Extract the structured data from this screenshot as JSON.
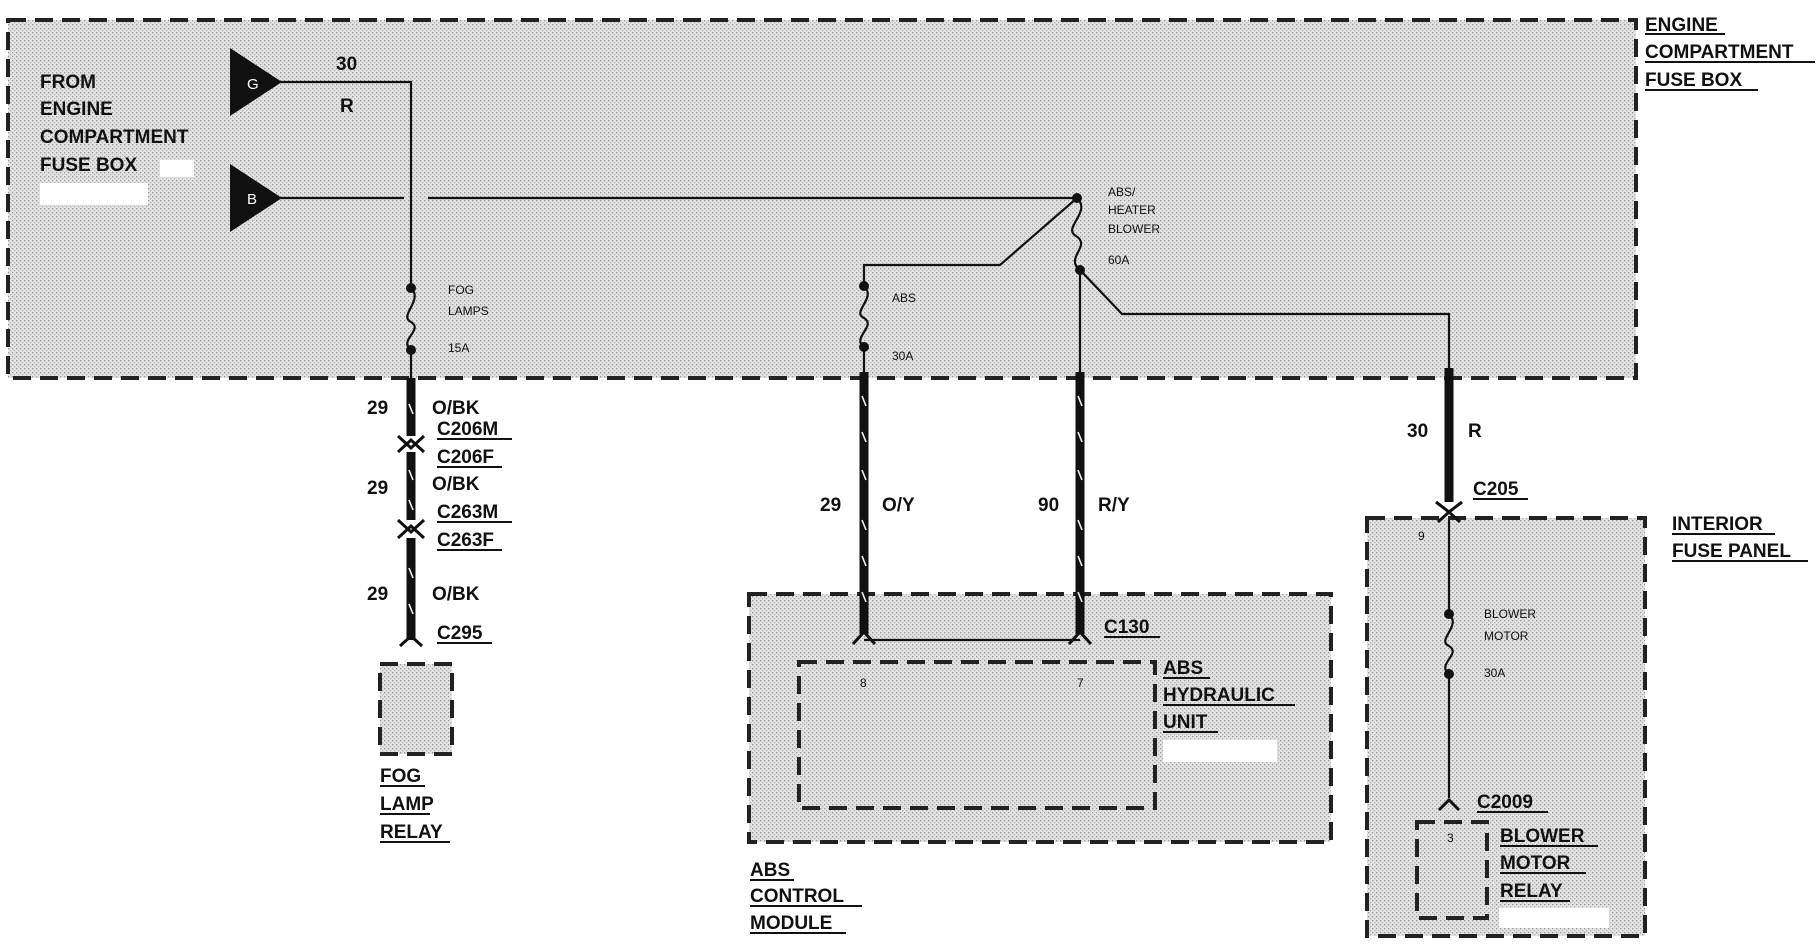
{
  "labels": {
    "engine_fuse_box": [
      "ENGINE",
      "COMPARTMENT",
      "FUSE BOX"
    ],
    "from_fuse_box": [
      "FROM",
      "ENGINE",
      "COMPARTMENT",
      "FUSE BOX"
    ],
    "interior_fuse_panel": [
      "INTERIOR",
      "FUSE PANEL"
    ],
    "fog_lamp_relay": [
      "FOG",
      "LAMP",
      "RELAY"
    ],
    "abs_control_module": [
      "ABS",
      "CONTROL",
      "MODULE"
    ],
    "abs_hydraulic_unit": [
      "ABS",
      "HYDRAULIC",
      "UNIT"
    ],
    "blower_motor_relay": [
      "BLOWER",
      "MOTOR",
      "RELAY"
    ]
  },
  "source_connectors": {
    "g": "G",
    "b": "B"
  },
  "fuses": {
    "fog_lamps": {
      "name": [
        "FOG",
        "LAMPS"
      ],
      "rating": "15A"
    },
    "abs": {
      "name": [
        "ABS"
      ],
      "rating": "30A"
    },
    "abs_heater_blower": {
      "name": [
        "ABS/",
        "HEATER",
        "BLOWER"
      ],
      "rating": "60A"
    },
    "blower_motor": {
      "name": [
        "BLOWER",
        "MOTOR"
      ],
      "rating": "30A"
    }
  },
  "wires": {
    "feed_g": {
      "circuit": "30",
      "color": "R"
    },
    "fog_1": {
      "circuit": "29",
      "color": "O/BK"
    },
    "fog_2": {
      "circuit": "29",
      "color": "O/BK"
    },
    "fog_3": {
      "circuit": "29",
      "color": "O/BK"
    },
    "abs_power": {
      "circuit": "29",
      "color": "O/Y"
    },
    "abs_feed": {
      "circuit": "90",
      "color": "R/Y"
    },
    "blower_feed": {
      "circuit": "30",
      "color": "R"
    }
  },
  "connectors": {
    "c206m": "C206M",
    "c206f": "C206F",
    "c263m": "C263M",
    "c263f": "C263F",
    "c295": "C295",
    "c130": "C130",
    "c205": "C205",
    "c2009": "C2009"
  },
  "pins": {
    "abs_power": "8",
    "abs_feed": "7",
    "interior_in": "9",
    "relay_in": "3"
  }
}
